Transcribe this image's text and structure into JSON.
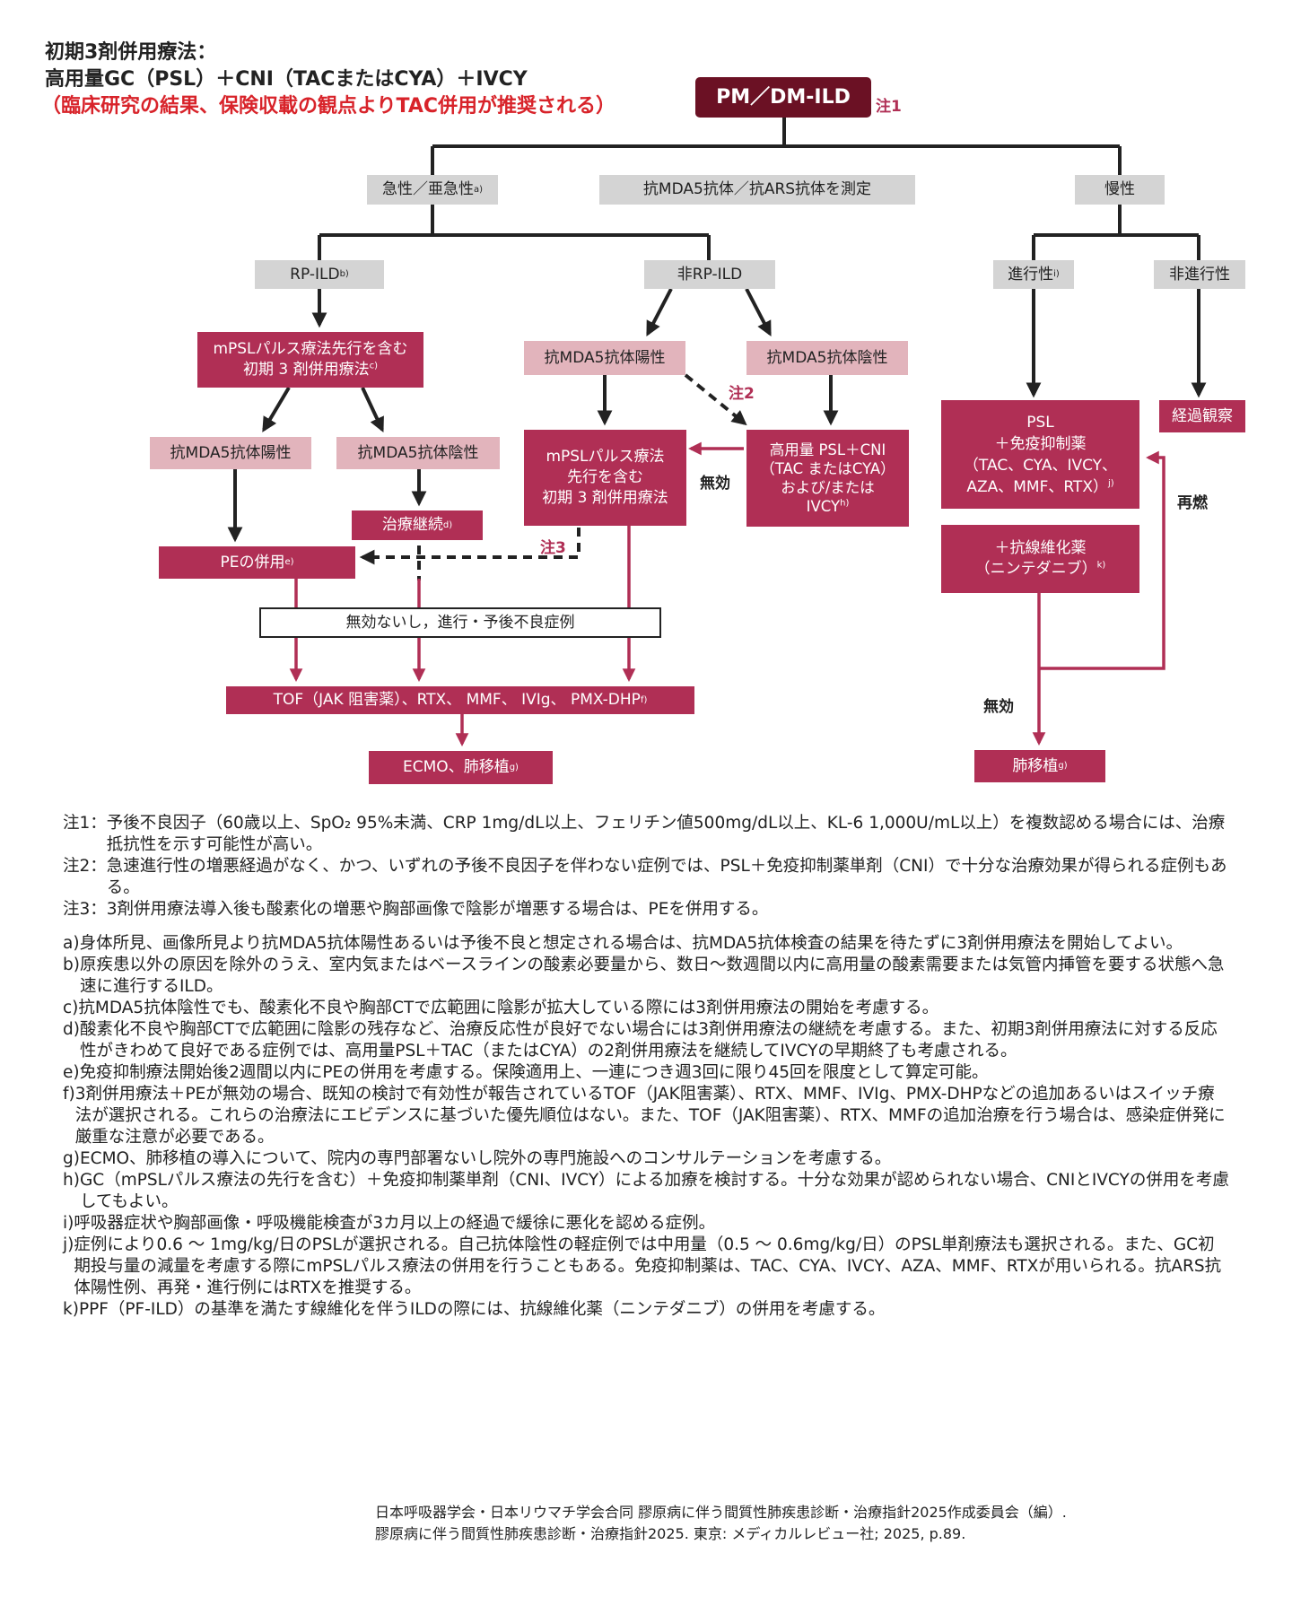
{
  "header": {
    "line1": "初期3剤併用療法：",
    "line2": "高用量GC（PSL）＋CNI（TACまたはCYA）＋IVCY",
    "line3": "（臨床研究の結果、保険収載の観点よりTAC併用が推奨される）"
  },
  "nodes": {
    "root": "PM／DM-ILD",
    "root_note": "注1",
    "acute": "急性／亜急性",
    "acute_sup": "a)",
    "measure": "抗MDA5抗体／抗ARS抗体を測定",
    "chronic": "慢性",
    "rp_ild": "RP-ILD",
    "rp_ild_sup": "b)",
    "non_rp": "非RP-ILD",
    "progressive": "進行性",
    "progressive_sup": "i)",
    "non_progressive": "非進行性",
    "mpsl_triple_line1": "mPSLパルス療法先行を含む",
    "mpsl_triple_line2": "初期 3 剤併用療法",
    "mpsl_triple_sup": "c)",
    "mda5_pos_right": "抗MDA5抗体陽性",
    "mda5_neg_right": "抗MDA5抗体陰性",
    "note2": "注2",
    "mda5_pos_left": "抗MDA5抗体陽性",
    "mda5_neg_left": "抗MDA5抗体陰性",
    "mpsl_box2_line1": "mPSLパルス療法",
    "mpsl_box2_line2": "先行を含む",
    "mpsl_box2_line3": "初期 3 剤併用療法",
    "hd_line1": "高用量 PSL＋CNI",
    "hd_line2": "（TAC またはCYA）",
    "hd_line3": "および/または",
    "hd_line4": "IVCY",
    "hd_sup": "h)",
    "ineffective_mid": "無効",
    "continue": "治療継続",
    "continue_sup": "d)",
    "pe": "PEの併用",
    "pe_sup": "e)",
    "note3": "注3",
    "fail": "無効ないし，進行・予後不良症例",
    "salvage": "TOF（JAK 阻害薬）、RTX、 MMF、 IVIg、 PMX-DHP",
    "salvage_sup": "f)",
    "ecmo": "ECMO、肺移植",
    "ecmo_sup": "g)",
    "psl_line1": "PSL",
    "psl_line2": "＋免疫抑制薬",
    "psl_line3": "（TAC、CYA、IVCY、",
    "psl_line4": "AZA、MMF、RTX）",
    "psl_sup": "j)",
    "observe": "経過観察",
    "relapse": "再燃",
    "antifib_line1": "＋抗線維化薬",
    "antifib_line2": "（ニンテダニブ）",
    "antifib_sup": "k)",
    "ineffective_right": "無効",
    "lung_tx": "肺移植",
    "lung_tx_sup": "g)"
  },
  "footnotes": [
    {
      "label": "注1：",
      "text": "予後不良因子（60歳以上、SpO₂ 95%未満、CRP 1mg/dL以上、フェリチン値500mg/dL以上、KL-6 1,000U/mL以上）を複数認める場合には、治療抵抗性を示す可能性が高い。"
    },
    {
      "label": "注2：",
      "text": "急速進行性の増悪経過がなく、かつ、いずれの予後不良因子を伴わない症例では、PSL＋免疫抑制薬単剤（CNI）で十分な治療効果が得られる症例もある。"
    },
    {
      "label": "注3：",
      "text": "3剤併用療法導入後も酸素化の増悪や胸部画像で陰影が増悪する場合は、PEを併用する。"
    }
  ],
  "notes": [
    {
      "label": "a)",
      "text": "身体所見、画像所見より抗MDA5抗体陽性あるいは予後不良と想定される場合は、抗MDA5抗体検査の結果を待たずに3剤併用療法を開始してよい。"
    },
    {
      "label": "b)",
      "text": "原疾患以外の原因を除外のうえ、室内気またはベースラインの酸素必要量から、数日～数週間以内に高用量の酸素需要または気管内挿管を要する状態へ急速に進行するILD。"
    },
    {
      "label": "c)",
      "text": "抗MDA5抗体陰性でも、酸素化不良や胸部CTで広範囲に陰影が拡大している際には3剤併用療法の開始を考慮する。"
    },
    {
      "label": "d)",
      "text": "酸素化不良や胸部CTで広範囲に陰影の残存など、治療反応性が良好でない場合には3剤併用療法の継続を考慮する。また、初期3剤併用療法に対する反応性がきわめて良好である症例では、高用量PSL＋TAC（またはCYA）の2剤併用療法を継続してIVCYの早期終了も考慮される。"
    },
    {
      "label": "e)",
      "text": "免疫抑制療法開始後2週間以内にPEの併用を考慮する。保険適用上、一連につき週3回に限り45回を限度として算定可能。"
    },
    {
      "label": "f)",
      "text": "3剤併用療法＋PEが無効の場合、既知の検討で有効性が報告されているTOF（JAK阻害薬）、RTX、MMF、IVIg、PMX-DHPなどの追加あるいはスイッチ療法が選択される。これらの治療法にエビデンスに基づいた優先順位はない。また、TOF（JAK阻害薬）、RTX、MMFの追加治療を行う場合は、感染症併発に厳重な注意が必要である。"
    },
    {
      "label": "g)",
      "text": "ECMO、肺移植の導入について、院内の専門部署ないし院外の専門施設へのコンサルテーションを考慮する。"
    },
    {
      "label": "h)",
      "text": "GC（mPSLパルス療法の先行を含む）＋免疫抑制薬単剤（CNI、IVCY）による加療を検討する。十分な効果が認められない場合、CNIとIVCYの併用を考慮してもよい。"
    },
    {
      "label": "i)",
      "text": "呼吸器症状や胸部画像・呼吸機能検査が3カ月以上の経過で緩徐に悪化を認める症例。"
    },
    {
      "label": "j)",
      "text": "症例により0.6 ～ 1mg/kg/日のPSLが選択される。自己抗体陰性の軽症例では中用量（0.5 ～ 0.6mg/kg/日）のPSL単剤療法も選択される。また、GC初期投与量の減量を考慮する際にmPSLパルス療法の併用を行うこともある。免疫抑制薬は、TAC、CYA、IVCY、AZA、MMF、RTXが用いられる。抗ARS抗体陽性例、再発・進行例にはRTXを推奨する。"
    },
    {
      "label": "k)",
      "text": "PPF（PF-ILD）の基準を満たす線維化を伴うILDの際には、抗線維化薬（ニンテダニブ）の併用を考慮する。"
    }
  ],
  "citation": {
    "line1": "日本呼吸器学会・日本リウマチ学会合同 膠原病に伴う間質性肺疾患診断・治療指針2025作成委員会（編）.",
    "line2": "膠原病に伴う間質性肺疾患診断・治療指針2025. 東京: メディカルレビュー社; 2025, p.89."
  },
  "colors": {
    "dark_red": "#6b1124",
    "crimson": "#b02f55",
    "pink": "#e2b4bc",
    "gray": "#d4d4d4",
    "header_red": "#d8232a"
  }
}
